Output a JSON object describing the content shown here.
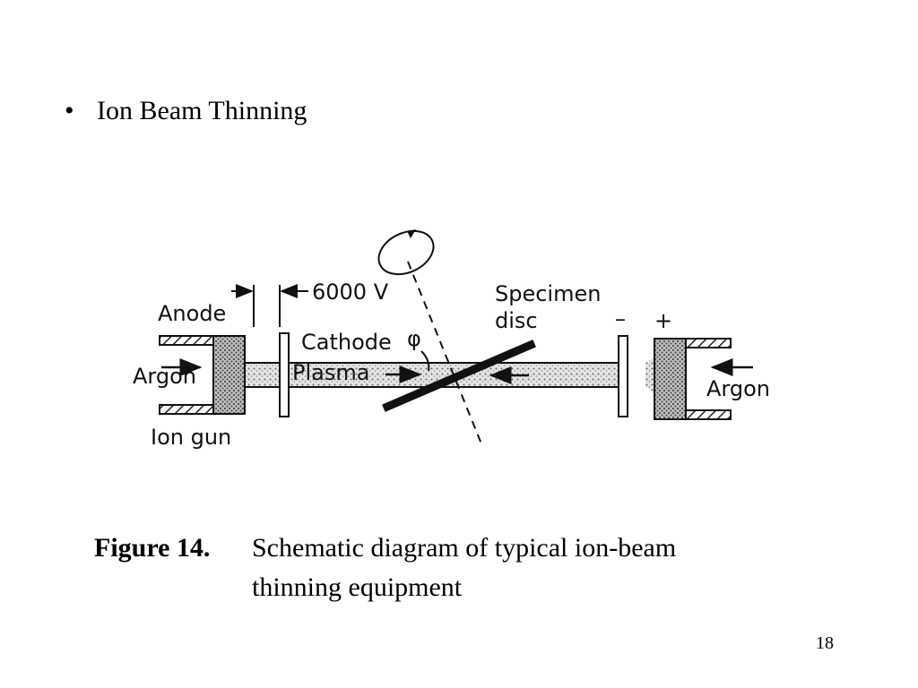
{
  "slide": {
    "bullet_symbol": "•",
    "bullet_text": "Ion Beam Thinning",
    "caption": {
      "label": "Figure 14.",
      "line1": "Schematic diagram of typical ion-beam",
      "line2": "thinning equipment"
    },
    "page_number": "18"
  },
  "diagram": {
    "labels": {
      "anode": "Anode",
      "voltage": "6000 V",
      "cathode": "Cathode",
      "plasma": "Plasma",
      "argon_left": "Argon",
      "ion_gun": "Ion gun",
      "specimen_line1": "Specimen",
      "specimen_line2": "disc",
      "phi": "φ",
      "minus": "–",
      "plus": "+",
      "argon_right": "Argon"
    }
  }
}
